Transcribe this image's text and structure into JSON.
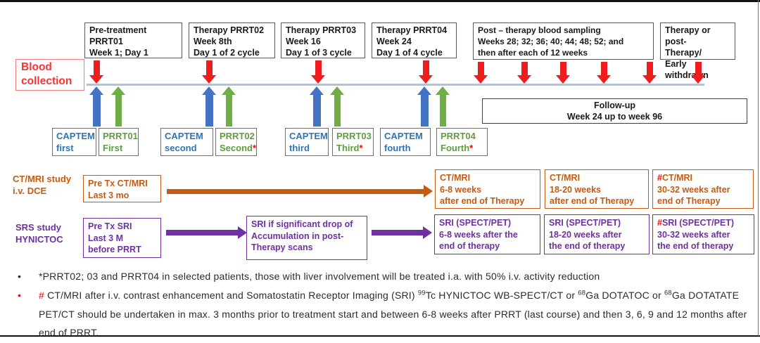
{
  "colors": {
    "red": "#ee1c1c",
    "blue": "#4472c4",
    "green": "#70ad47",
    "orange": "#c55a11",
    "purple": "#7030a0",
    "timeline": "#aec3e2"
  },
  "timeline": {
    "blood_label": "Blood\ncollection",
    "top_boxes": [
      "Pre-treatment\nPRRT01\nWeek 1; Day 1",
      "Therapy PRRT02\nWeek 8th\nDay 1 of 2 cycle",
      "Therapy PRRT03\nWeek 16\nDay 1 of 3 cycle",
      "Therapy PRRT04\nWeek 24\nDay 1 of 4 cycle",
      "Post – therapy blood sampling\nWeeks 28; 32; 36; 40; 44; 48; 52; and\nthen after each of 12 weeks",
      "Therapy or post-\nTherapy/\nEarly withdrawn"
    ],
    "followup_label": "Follow-up\nWeek 24 up to week 96"
  },
  "captem_row": [
    {
      "top": "CAPTEM",
      "bottom": "first",
      "star": ""
    },
    {
      "top": "PRRT01",
      "bottom": "First",
      "star": ""
    },
    {
      "top": "CAPTEM",
      "bottom": "second",
      "star": ""
    },
    {
      "top": "PRRT02",
      "bottom": "Second",
      "star": "*"
    },
    {
      "top": "CAPTEM",
      "bottom": "third",
      "star": ""
    },
    {
      "top": "PRRT03",
      "bottom": "Third",
      "star": "*"
    },
    {
      "top": "CAPTEM",
      "bottom": "fourth",
      "star": ""
    },
    {
      "top": "PRRT04",
      "bottom": "Fourth",
      "star": "*"
    }
  ],
  "ctmri": {
    "label": "CT/MRI study\ni.v. DCE",
    "pre_box": "Pre Tx CT/MRI\nLast 3 mo",
    "boxes": [
      {
        "hash": "",
        "text": "CT/MRI\n6-8 weeks\nafter end of Therapy"
      },
      {
        "hash": "",
        "text": "CT/MRI\n18-20 weeks\nafter end of Therapy"
      },
      {
        "hash": "#",
        "text": "CT/MRI\n30-32 weeks after\nend of Therapy"
      }
    ]
  },
  "srs": {
    "label": "SRS study\nHYNICTOC",
    "pre_box": "Pre Tx SRI\nLast 3 M\nbefore PRRT",
    "mid_box": "SRI if significant drop of\nAccumulation in post-\nTherapy scans",
    "boxes": [
      {
        "hash": "",
        "text": "SRI (SPECT/PET)\n 6-8 weeks after the\nend of therapy"
      },
      {
        "hash": "",
        "text": "SRI (SPECT/PET)\n18-20 weeks after\nthe end of therapy"
      },
      {
        "hash": "#",
        "text": "SRI (SPECT/PET)\n30-32 weeks  after\nthe end of therapy"
      }
    ]
  },
  "notes": {
    "bullet": "•",
    "note1": "*PRRT02; 03 and PRRT04 in selected patients, those with liver involvement will be treated i.a. with 50% i.v. activity reduction",
    "note2_hash": "# ",
    "note2_parts": [
      "CT/MRI after i.v. contrast enhancement and Somatostatin Receptor Imaging (SRI) ",
      "99",
      "Tc HYNICTOC WB-SPECT/CT or ",
      "68",
      "Ga DOTATOC or ",
      "68",
      "Ga DOTATATE PET/CT should be undertaken in max. 3 months prior to treatment start and between 6-8 weeks after PRRT (last course) and then 3, 6, 9 and 12 months after end of PRRT."
    ]
  }
}
